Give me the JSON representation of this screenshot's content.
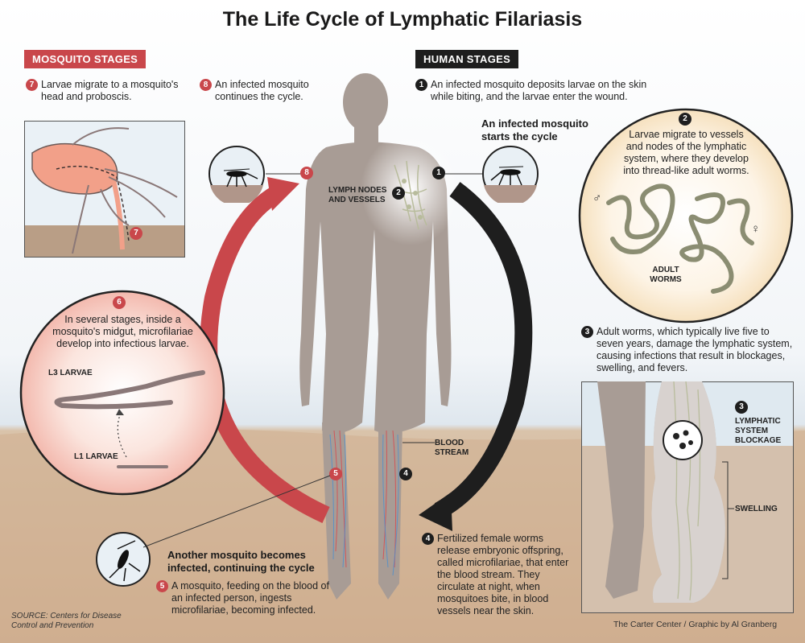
{
  "title": "The Life Cycle of Lymphatic Filariasis",
  "sections": {
    "mosquito": "MOSQUITO STAGES",
    "human": "HUMAN STAGES"
  },
  "steps": {
    "s1": {
      "num": "1",
      "text": "An infected mosquito deposits larvae on the skin while biting, and the larvae enter the wound."
    },
    "s2": {
      "num": "2",
      "text": "Larvae migrate to vessels and nodes of the lymphatic system, where they develop into thread-like adult worms."
    },
    "s3": {
      "num": "3",
      "text": "Adult worms, which typically live five to seven years, damage the lymphatic system, causing infections that result in blockages, swelling, and fevers."
    },
    "s4": {
      "num": "4",
      "text": "Fertilized female worms release embryonic offspring, called microfilariae, that enter the blood stream. They circulate at night, when mosquitoes bite, in blood vessels near the skin."
    },
    "s5": {
      "num": "5",
      "text": "A mosquito, feeding on the blood of an infected person, ingests microfilariae, becoming infected."
    },
    "s6": {
      "num": "6",
      "text": "In several stages, inside a mosquito's midgut, microfilariae develop into infectious larvae."
    },
    "s7": {
      "num": "7",
      "text": "Larvae migrate to a mosquito's head and proboscis."
    },
    "s8": {
      "num": "8",
      "text": "An infected mosquito continues the cycle."
    }
  },
  "headlines": {
    "start": "An infected mosquito starts the cycle",
    "another": "Another mosquito becomes infected, continuing the cycle"
  },
  "labels": {
    "lymph": "LYMPH NODES AND VESSELS",
    "adult_worms": "ADULT WORMS",
    "blood_stream": "BLOOD STREAM",
    "blockage": "LYMPHATIC SYSTEM BLOCKAGE",
    "swelling": "SWELLING",
    "l3": "L3 LARVAE",
    "l1": "L1 LARVAE",
    "male": "♂",
    "female": "♀"
  },
  "source": "SOURCE: Centers for Disease Control and Prevention",
  "credit": "The Carter Center / Graphic by Al Granberg",
  "colors": {
    "red": "#c9474b",
    "dark": "#1e1e1e",
    "body": "#a39892",
    "ground": "#c9a98b"
  },
  "icons": [
    "mosquito-icon",
    "body-silhouette-icon",
    "worm-icon",
    "arrow-icon"
  ]
}
